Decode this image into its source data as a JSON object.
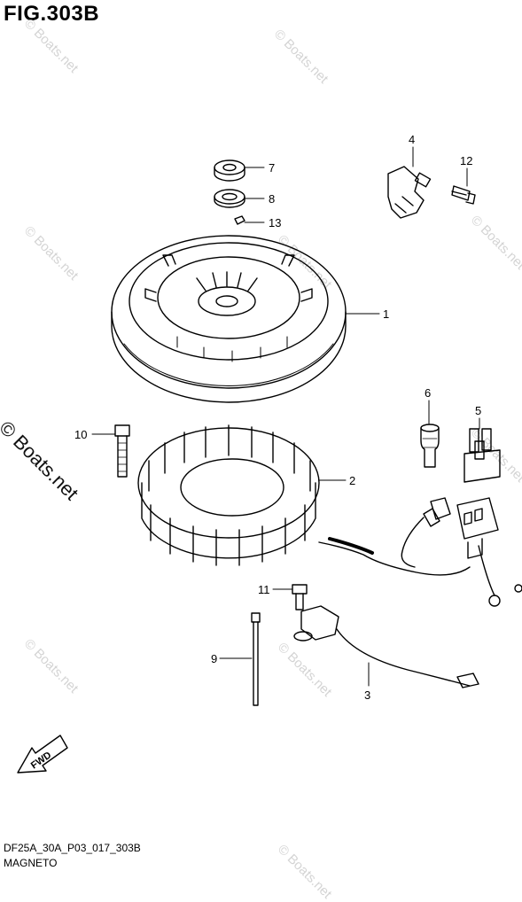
{
  "figure": {
    "title": "FIG.303B",
    "code": "DF25A_30A_P03_017_303B",
    "name": "MAGNETO"
  },
  "watermark": {
    "main": "© Boats.net",
    "tile": "© Boats.net"
  },
  "callouts": [
    {
      "id": "part-1",
      "label": "1"
    },
    {
      "id": "part-2",
      "label": "2"
    },
    {
      "id": "part-3",
      "label": "3"
    },
    {
      "id": "part-4",
      "label": "4"
    },
    {
      "id": "part-5",
      "label": "5"
    },
    {
      "id": "part-6",
      "label": "6"
    },
    {
      "id": "part-7",
      "label": "7"
    },
    {
      "id": "part-8",
      "label": "8"
    },
    {
      "id": "part-9",
      "label": "9"
    },
    {
      "id": "part-10",
      "label": "10"
    },
    {
      "id": "part-11",
      "label": "11"
    },
    {
      "id": "part-12",
      "label": "12"
    },
    {
      "id": "part-13",
      "label": "13"
    }
  ],
  "direction_arrow": {
    "label": "FWD"
  },
  "colors": {
    "line": "#000000",
    "watermark": "#d4d4d4"
  }
}
